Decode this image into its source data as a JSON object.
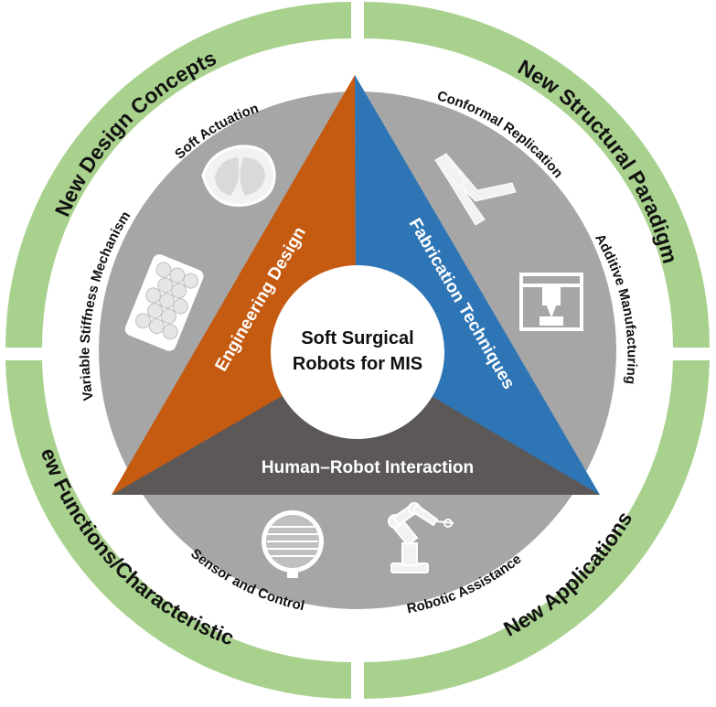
{
  "center": {
    "line1": "Soft Surgical",
    "line2": "Robots for MIS"
  },
  "ring": {
    "top_left": "New Design Concepts",
    "top_right": "New Structural Paradigm",
    "bottom_left": "New Functions/Characteristics",
    "bottom_right": "New  Applications"
  },
  "triangle": {
    "left": "Engineering Design",
    "right": "Fabrication Techniques",
    "bottom": "Human–Robot Interaction"
  },
  "topics": {
    "soft_actuation": "Soft Actuation",
    "variable_stiffness": "Variable Stiffness Mechanism",
    "conformal_replication": "Conformal Replication",
    "additive_manufacturing": "Additive Manufacturing",
    "sensor_control": "Sensor and Control",
    "robotic_assistance": "Robotic Assistance"
  },
  "colors": {
    "ring": "#a9d18e",
    "grey_disk": "#a6a6a6",
    "orange": "#c55a11",
    "blue": "#2e75b6",
    "dark_grey": "#5d5858"
  }
}
